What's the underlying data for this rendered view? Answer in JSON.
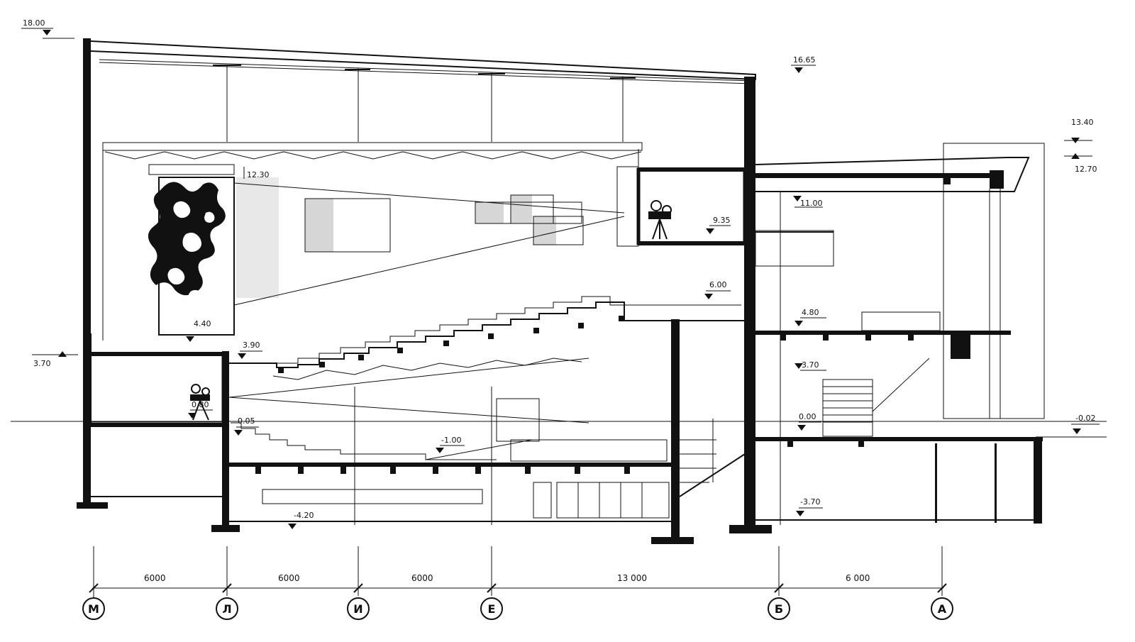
{
  "elevation_marks": [
    "18.00",
    "16.65",
    "13.40",
    "12.70",
    "12.30",
    "11.00",
    "9.35",
    "6.00",
    "4.80",
    "4.40",
    "3.90",
    "3.70",
    "3.70",
    "0.80",
    "0.05",
    "0.00",
    "-0.02",
    "-1.00",
    "-3.70",
    "-4.20"
  ],
  "spans": [
    "6000",
    "6000",
    "6000",
    "13 000",
    "6 000"
  ],
  "axes": [
    "М",
    "Л",
    "И",
    "Е",
    "Б",
    "А"
  ]
}
